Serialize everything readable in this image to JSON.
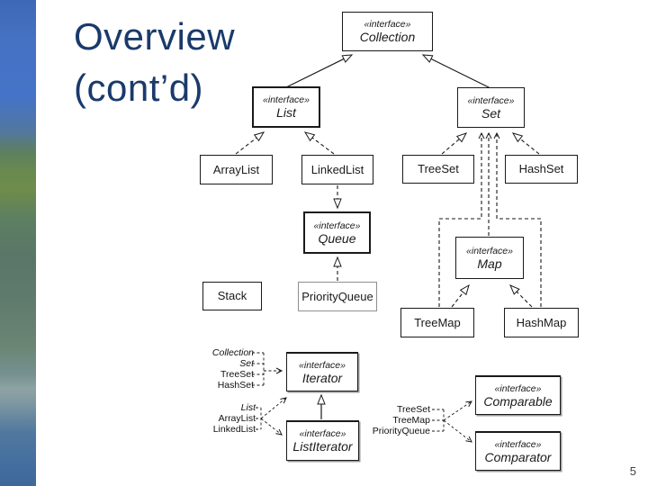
{
  "slide": {
    "title_lines": [
      "Overview",
      "(cont’d)"
    ],
    "page_number": "5"
  },
  "colors": {
    "title": "#1a3a6b",
    "diagram_line": "#1a1a1a",
    "strip_gradient": [
      "#4672c4",
      "#6f8c4a",
      "#597668",
      "#8fa3a4",
      "#456f9f"
    ]
  },
  "diagram": {
    "nodes": {
      "collection": {
        "stereotype": "«interface»",
        "name": "Collection"
      },
      "list": {
        "stereotype": "«interface»",
        "name": "List"
      },
      "set": {
        "stereotype": "«interface»",
        "name": "Set"
      },
      "arraylist": {
        "name": "ArrayList"
      },
      "linkedlist": {
        "name": "LinkedList"
      },
      "treeset": {
        "name": "TreeSet"
      },
      "hashset": {
        "name": "HashSet"
      },
      "queue": {
        "stereotype": "«interface»",
        "name": "Queue"
      },
      "stack": {
        "name": "Stack"
      },
      "priorityqueue": {
        "name": "PriorityQueue"
      },
      "map": {
        "stereotype": "«interface»",
        "name": "Map"
      },
      "treemap": {
        "name": "TreeMap"
      },
      "hashmap": {
        "name": "HashMap"
      },
      "iterator": {
        "stereotype": "«interface»",
        "name": "Iterator"
      },
      "listiterator": {
        "stereotype": "«interface»",
        "name": "ListIterator"
      },
      "comparable": {
        "stereotype": "«interface»",
        "name": "Comparable"
      },
      "comparator": {
        "stereotype": "«interface»",
        "name": "Comparator"
      }
    },
    "iterator_sources": [
      "Collection",
      "Set",
      "TreeSet",
      "HashSet"
    ],
    "listiterator_sources": [
      "List",
      "ArrayList",
      "LinkedList"
    ],
    "comparator_sources": [
      "TreeSet",
      "TreeMap",
      "PriorityQueue"
    ]
  }
}
